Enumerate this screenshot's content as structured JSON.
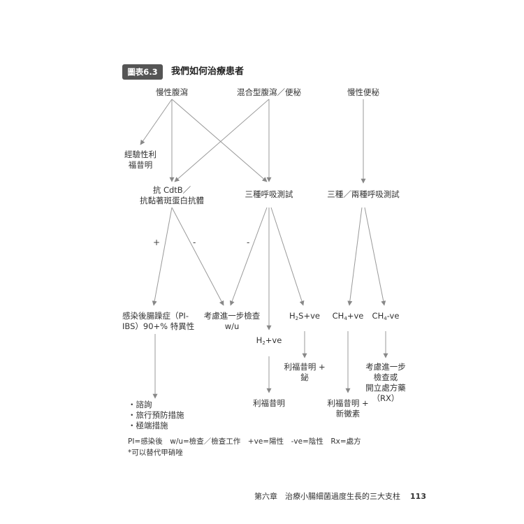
{
  "figure": {
    "badge": "圖表6.3",
    "title": "我們如何治療患者"
  },
  "nodes": {
    "chronic_diarrhea": "慢性腹瀉",
    "mixed": "混合型腹瀉／便秘",
    "chronic_constipation": "慢性便秘",
    "empiric_1": "經驗性利",
    "empiric_2": "福昔明",
    "anti_cdtb_1": "抗 CdtB／",
    "anti_cdtb_2": "抗黏著斑蛋白抗體",
    "three_breath": "三種呼吸測試",
    "three_two_breath": "三種／兩種呼吸測試",
    "pi_ibs_1": "感染後腸躁症（PI-",
    "pi_ibs_2": "IBS）90+% 特異性",
    "consider_1": "考慮進一步檢查",
    "consider_2": "w/u",
    "h2s": "S+ve",
    "h2": "+ve",
    "ch4pos": "+ve",
    "ch4neg": "-ve",
    "rif_bismuth_1": "利福昔明 +",
    "rif_bismuth_2": "鉍",
    "consider_rx_1": "考慮進一步",
    "consider_rx_2": "檢查或",
    "consider_rx_3": "開立處方藥",
    "consider_rx_4": "（RX）",
    "rifaximin": "利福昔明",
    "rif_neo_1": "利福昔明 +",
    "rif_neo_2": "新黴素",
    "pi_list_1": "・諮詢",
    "pi_list_2": "・旅行預防措施",
    "pi_list_3": "・極端措施"
  },
  "signs": {
    "plus": "+",
    "minus_1": "-",
    "minus_2": "-"
  },
  "legend": "PI=感染後　w/u=檢查／檢查工作　+ve=陽性　-ve=陰性　Rx=處方",
  "note": "*可以替代甲硝唑",
  "footer": {
    "chapter": "第六章　治療小腸細菌過度生長的三大支柱",
    "page": "113"
  }
}
